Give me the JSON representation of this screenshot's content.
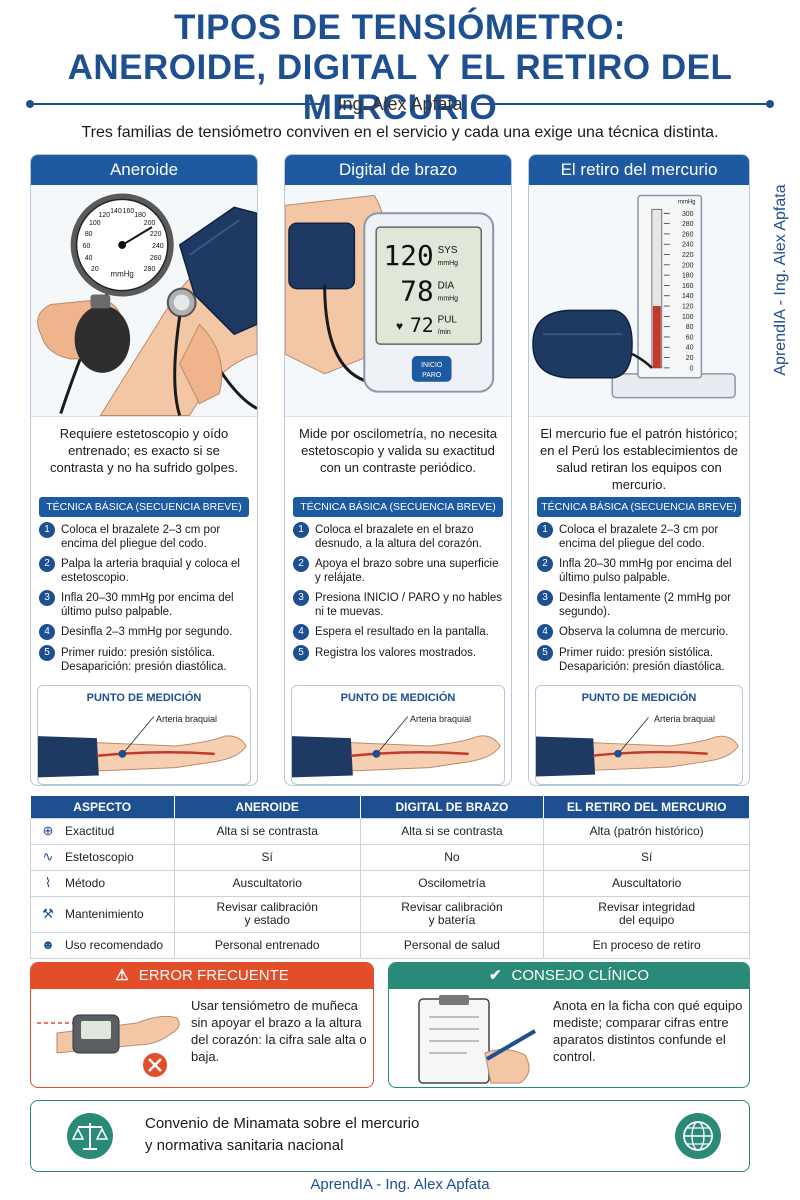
{
  "header": {
    "title_line1": "TIPOS DE TENSIÓMETRO:",
    "title_line2": "ANEROIDE, DIGITAL Y EL RETIRO DEL MERCURIO",
    "author": "Ing. Alex Apfata",
    "subtitle": "Tres familias de tensiómetro conviven en el servicio y cada una exige una técnica distinta.",
    "side_text": "AprendIA - Ing. Alex Apfata"
  },
  "cards": [
    {
      "title": "Aneroide",
      "description": "Requiere estetoscopio y oído entrenado; es exacto si se contrasta y no ha sufrido golpes.",
      "technique_title": "TÉCNICA BÁSICA (SECUENCIA BREVE)",
      "steps": [
        "Coloca el brazalete 2–3 cm por encima del pliegue del codo.",
        "Palpa la arteria braquial y coloca el estetoscopio.",
        "Infla 20–30 mmHg por encima del último pulso palpable.",
        "Desinfla 2–3 mmHg por segundo.",
        "Primer ruido: presión sistólica. Desaparición: presión diastólica."
      ],
      "point_title": "PUNTO DE MEDICIÓN",
      "artery_label": "Arteria braquial"
    },
    {
      "title": "Digital de brazo",
      "description": "Mide por oscilometría, no necesita estetoscopio y valida su exactitud con un contraste periódico.",
      "technique_title": "TÉCNICA BÁSICA (SECUENCIA BREVE)",
      "steps": [
        "Coloca el brazalete en el brazo desnudo, a la altura del corazón.",
        "Apoya el brazo sobre una superficie y relájate.",
        "Presiona INICIO / PARO y no hables ni te muevas.",
        "Espera el resultado en la pantalla.",
        "Registra los valores mostrados."
      ],
      "point_title": "PUNTO DE MEDICIÓN",
      "artery_label": "Arteria braquial",
      "device": {
        "sys": "120",
        "sys_label": "SYS",
        "sys_unit": "mmHg",
        "dia": "78",
        "dia_label": "DIA",
        "dia_unit": "mmHg",
        "pul": "72",
        "pul_label": "PUL",
        "pul_unit": "/min",
        "button_line1": "INICIO",
        "button_line2": "PARO"
      }
    },
    {
      "title": "El retiro del mercurio",
      "description": "El mercurio fue el patrón histórico; en el Perú los establecimientos de salud retiran los equipos con mercurio.",
      "technique_title": "TÉCNICA BÁSICA (SECUENCIA BREVE)",
      "steps": [
        "Coloca el brazalete 2–3 cm por encima del pliegue del codo.",
        "Infla 20–30 mmHg por encima del último pulso palpable.",
        "Desinfla lentamente (2 mmHg por segundo).",
        "Observa la columna de mercurio.",
        "Primer ruido: presión sistólica. Desaparición: presión diastólica."
      ],
      "point_title": "PUNTO DE MEDICIÓN",
      "artery_label": "Arteria braquial",
      "scale_unit": "mmHg",
      "scale": [
        "300",
        "280",
        "260",
        "240",
        "220",
        "200",
        "180",
        "160",
        "140",
        "120",
        "100",
        "80",
        "60",
        "40",
        "20",
        "0"
      ],
      "mercury_level_mmhg": 120
    }
  ],
  "gauge_ticks": [
    "20",
    "40",
    "60",
    "80",
    "100",
    "120",
    "140",
    "160",
    "180",
    "200",
    "220",
    "240",
    "260",
    "280"
  ],
  "gauge_unit": "mmHg",
  "table": {
    "headers": [
      "ASPECTO",
      "ANEROIDE",
      "DIGITAL DE BRAZO",
      "EL RETIRO DEL MERCURIO"
    ],
    "rows": [
      {
        "icon": "target-icon",
        "aspect": "Exactitud",
        "values": [
          "Alta si se contrasta",
          "Alta si se contrasta",
          "Alta (patrón histórico)"
        ]
      },
      {
        "icon": "stethoscope-icon",
        "aspect": "Estetoscopio",
        "values": [
          "Sí",
          "No",
          "Sí"
        ]
      },
      {
        "icon": "pulse-wave-icon",
        "aspect": "Método",
        "values": [
          "Auscultatorio",
          "Oscilometría",
          "Auscultatorio"
        ]
      },
      {
        "icon": "wrench-icon",
        "aspect": "Mantenimiento",
        "values": [
          "Revisar calibración\ny estado",
          "Revisar calibración\ny batería",
          "Revisar integridad\ndel equipo"
        ]
      },
      {
        "icon": "users-icon",
        "aspect": "Uso recomendado",
        "values": [
          "Personal entrenado",
          "Personal de salud",
          "En proceso de retiro"
        ]
      }
    ]
  },
  "error_box": {
    "title": "ERROR FRECUENTE",
    "text": "Usar tensiómetro de muñeca sin apoyar el brazo a la altura del corazón: la cifra sale alta o baja."
  },
  "tip_box": {
    "title": "CONSEJO CLÍNICO",
    "text": "Anota en la ficha con qué equipo mediste; comparar cifras entre aparatos distintos confunde el control."
  },
  "law_box": {
    "line1": "Convenio de Minamata sobre el mercurio",
    "line2": "y normativa sanitaria nacional"
  },
  "footer": "AprendIA - Ing. Alex Apfata",
  "colors": {
    "primary": "#1d4f91",
    "header_blue": "#1d5aa2",
    "error": "#e24d2a",
    "tip": "#2a8a78",
    "mercury": "#c0392b"
  }
}
